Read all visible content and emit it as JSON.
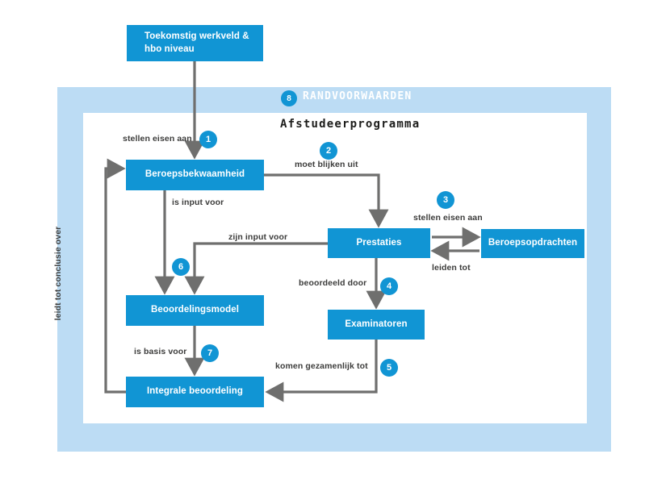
{
  "diagram": {
    "title": "Afstudeerprogramma",
    "outer_band_title": "RANDVOORWAARDEN",
    "outer_band_badge": "8",
    "colors": {
      "accent_blue": "#1195d4",
      "panel_blue": "#bcdcf4",
      "panel_white": "#ffffff",
      "arrow_gray": "#6f6f6e",
      "label_gray": "#3c3c3b",
      "heading_black": "#1d1d1b",
      "box_text": "#ffffff"
    },
    "nodes": [
      {
        "id": "toekomstig",
        "label": "Toekomstig werkveld &\nhbo niveau"
      },
      {
        "id": "beroepsbekwaamheid",
        "label": "Beroepsbekwaamheid"
      },
      {
        "id": "prestaties",
        "label": "Prestaties"
      },
      {
        "id": "beroepsopdrachten",
        "label": "Beroepsopdrachten"
      },
      {
        "id": "beoordelingsmodel",
        "label": "Beoordelingsmodel"
      },
      {
        "id": "examinatoren",
        "label": "Examinatoren"
      },
      {
        "id": "integrale",
        "label": "Integrale beoordeling"
      }
    ],
    "edges": [
      {
        "badge": "1",
        "label": "stellen eisen aan",
        "from": "toekomstig",
        "to": "beroepsbekwaamheid"
      },
      {
        "badge": "2",
        "label": "moet blijken uit",
        "from": "beroepsbekwaamheid",
        "to": "prestaties"
      },
      {
        "badge": "3",
        "label": "stellen eisen aan",
        "from": "prestaties",
        "to": "beroepsopdrachten"
      },
      {
        "badge": "",
        "label": "leiden tot",
        "from": "beroepsopdrachten",
        "to": "prestaties"
      },
      {
        "badge": "4",
        "label": "beoordeeld door",
        "from": "prestaties",
        "to": "examinatoren"
      },
      {
        "badge": "5",
        "label": "komen gezamenlijk tot",
        "from": "examinatoren",
        "to": "integrale"
      },
      {
        "badge": "6",
        "label": "zijn input voor",
        "from": "prestaties",
        "to": "beoordelingsmodel"
      },
      {
        "badge": "",
        "label": "is input voor",
        "from": "beroepsbekwaamheid",
        "to": "beoordelingsmodel"
      },
      {
        "badge": "7",
        "label": "is basis voor",
        "from": "beoordelingsmodel",
        "to": "integrale"
      },
      {
        "badge": "",
        "label": "leidt tot conclusie over",
        "from": "integrale",
        "to": "beroepsbekwaamheid"
      }
    ]
  }
}
